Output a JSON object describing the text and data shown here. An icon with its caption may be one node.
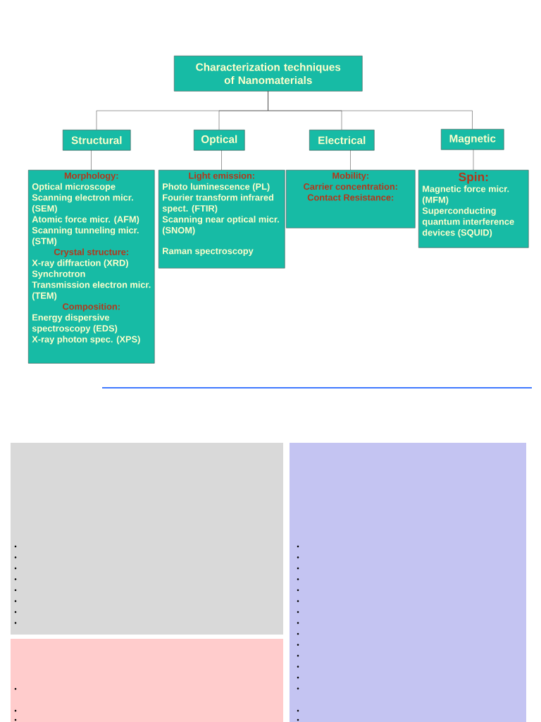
{
  "diagram": {
    "nodes": [
      {
        "text": [
          "Characterization techniques of Nanomaterials"
        ]
      },
      {
        "text": [
          "Structural"
        ]
      },
      {
        "text": [
          "Optical"
        ]
      },
      {
        "text": [
          "Electrical"
        ]
      },
      {
        "text": [
          "Magnetic"
        ]
      },
      {
        "text": [
          "Morphology:",
          "Optical microscope",
          "Scanning electron micr. (SEM)",
          "Atomic force micr. (AFM)",
          "Scanning tunneling micr. (STM)",
          "Crystal structure:",
          "X-ray diffraction (XRD)",
          "Synchrotron",
          "Transmission electron micr. (TEM)",
          "Composition:",
          "Energy dispersive spectroscopy (EDS)",
          "X-ray photon spec. (XPS)"
        ]
      },
      {
        "text": [
          "Light emission:",
          "Photo luminescence (PL)",
          "Fourier transform infrared spect. (FTIR)",
          "Scanning near optical micr. (SNOM)",
          "Raman spectroscopy"
        ]
      },
      {
        "text": [
          "Mobility:",
          "Carrier concentration:",
          "Contact Resistance:"
        ]
      },
      {
        "text": [
          "Spin:",
          "Magnetic force micr. (MFM)",
          "Superconducting quantum interference devices (SQUID)"
        ]
      }
    ],
    "edges": [
      {
        "from": 0,
        "to": 1,
        "arrow": "none"
      },
      {
        "from": 0,
        "to": 2,
        "arrow": "none"
      },
      {
        "from": 0,
        "to": 3,
        "arrow": "none"
      },
      {
        "from": 0,
        "to": 4,
        "arrow": "none"
      },
      {
        "from": 1,
        "to": 5,
        "arrow": "none"
      },
      {
        "from": 2,
        "to": 6,
        "arrow": "none"
      },
      {
        "from": 3,
        "to": 7,
        "arrow": "none"
      },
      {
        "from": 4,
        "to": 8,
        "arrow": "none"
      }
    ]
  }
}
